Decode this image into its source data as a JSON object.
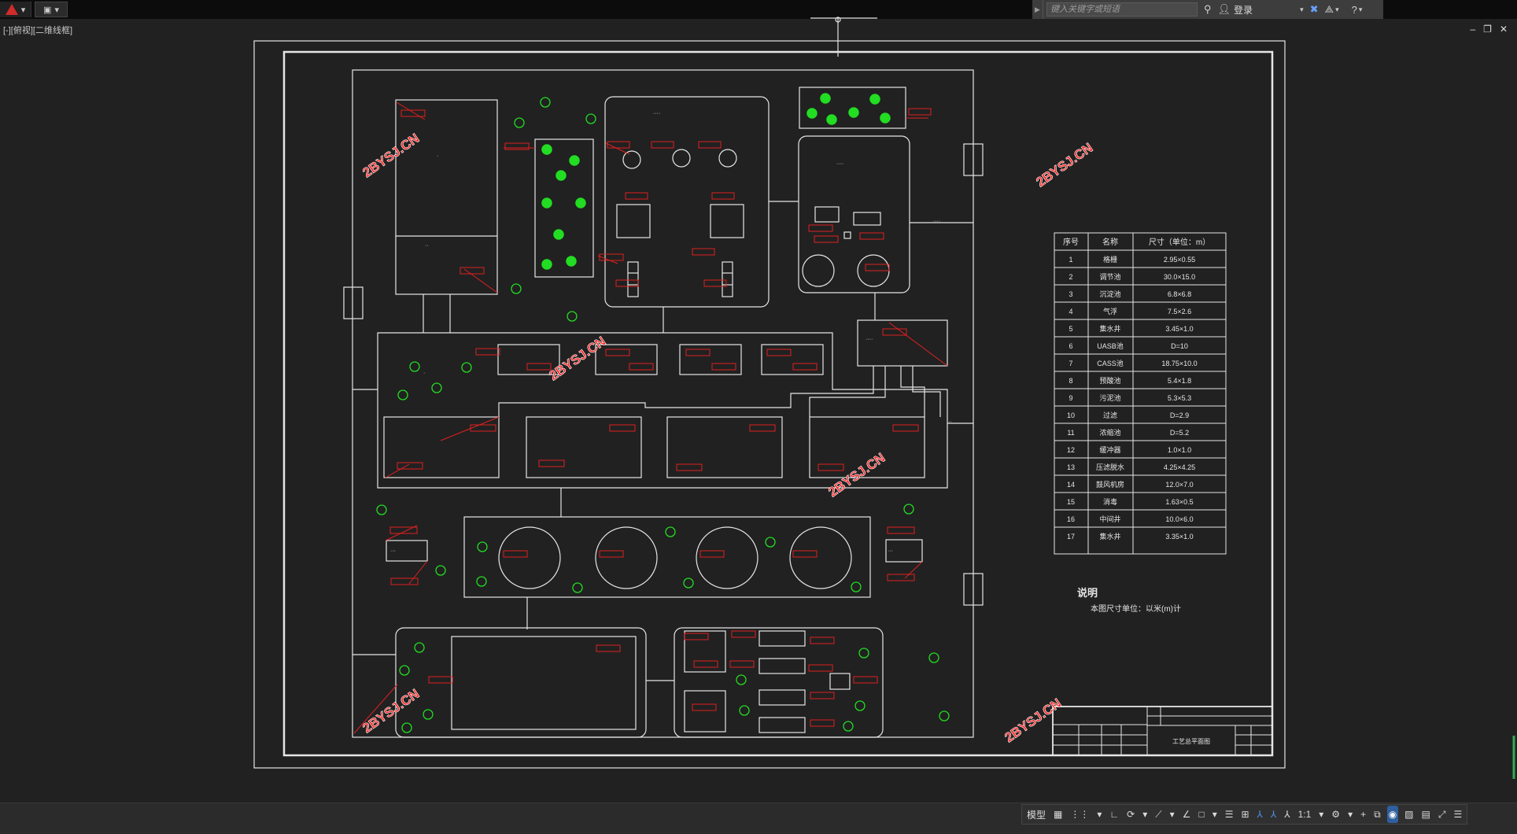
{
  "toolbar": {
    "search_placeholder": "键入关键字或短语",
    "login_label": "登录"
  },
  "viewport": {
    "label": "[-][俯视][二维线框]"
  },
  "window_controls": {
    "minimize": "–",
    "restore": "❐",
    "close": "✕"
  },
  "watermark": "2BYSJ.CN",
  "drawing": {
    "notes_title": "说明",
    "notes_text": "本图尺寸单位：以米(m)计",
    "table_headers": [
      "序号",
      "名称",
      "尺寸（单位：m）"
    ],
    "table_rows": [
      [
        "1",
        "格栅",
        "2.95×0.55"
      ],
      [
        "2",
        "调节池",
        "30.0×15.0"
      ],
      [
        "3",
        "沉淀池",
        "6.8×6.8"
      ],
      [
        "4",
        "气浮",
        "7.5×2.6"
      ],
      [
        "5",
        "集水井",
        "3.45×1.0"
      ],
      [
        "6",
        "UASB池",
        "D=10"
      ],
      [
        "7",
        "CASS池",
        "18.75×10.0"
      ],
      [
        "8",
        "预酸池",
        "5.4×1.8"
      ],
      [
        "9",
        "污泥池",
        "5.3×5.3"
      ],
      [
        "10",
        "过滤",
        "D=2.9"
      ],
      [
        "11",
        "浓缩池",
        "D=5.2"
      ],
      [
        "12",
        "缓冲器",
        "1.0×1.0"
      ],
      [
        "13",
        "压滤脱水",
        "4.25×4.25"
      ],
      [
        "14",
        "鼓风机房",
        "12.0×7.0"
      ],
      [
        "15",
        "消毒",
        "1.63×0.5"
      ],
      [
        "16",
        "中间井",
        "10.0×6.0"
      ],
      [
        "17",
        "集水井",
        "3.35×1.0"
      ]
    ],
    "titleblock_name": "工艺总平面图"
  },
  "statusbar": {
    "model_label": "模型",
    "scale_label": "1:1"
  },
  "colors": {
    "background": "#212121",
    "line": "#e6e6e6",
    "annotation": "#e02020",
    "tree": "#22dd22",
    "watermark": "#ff2a2a"
  }
}
